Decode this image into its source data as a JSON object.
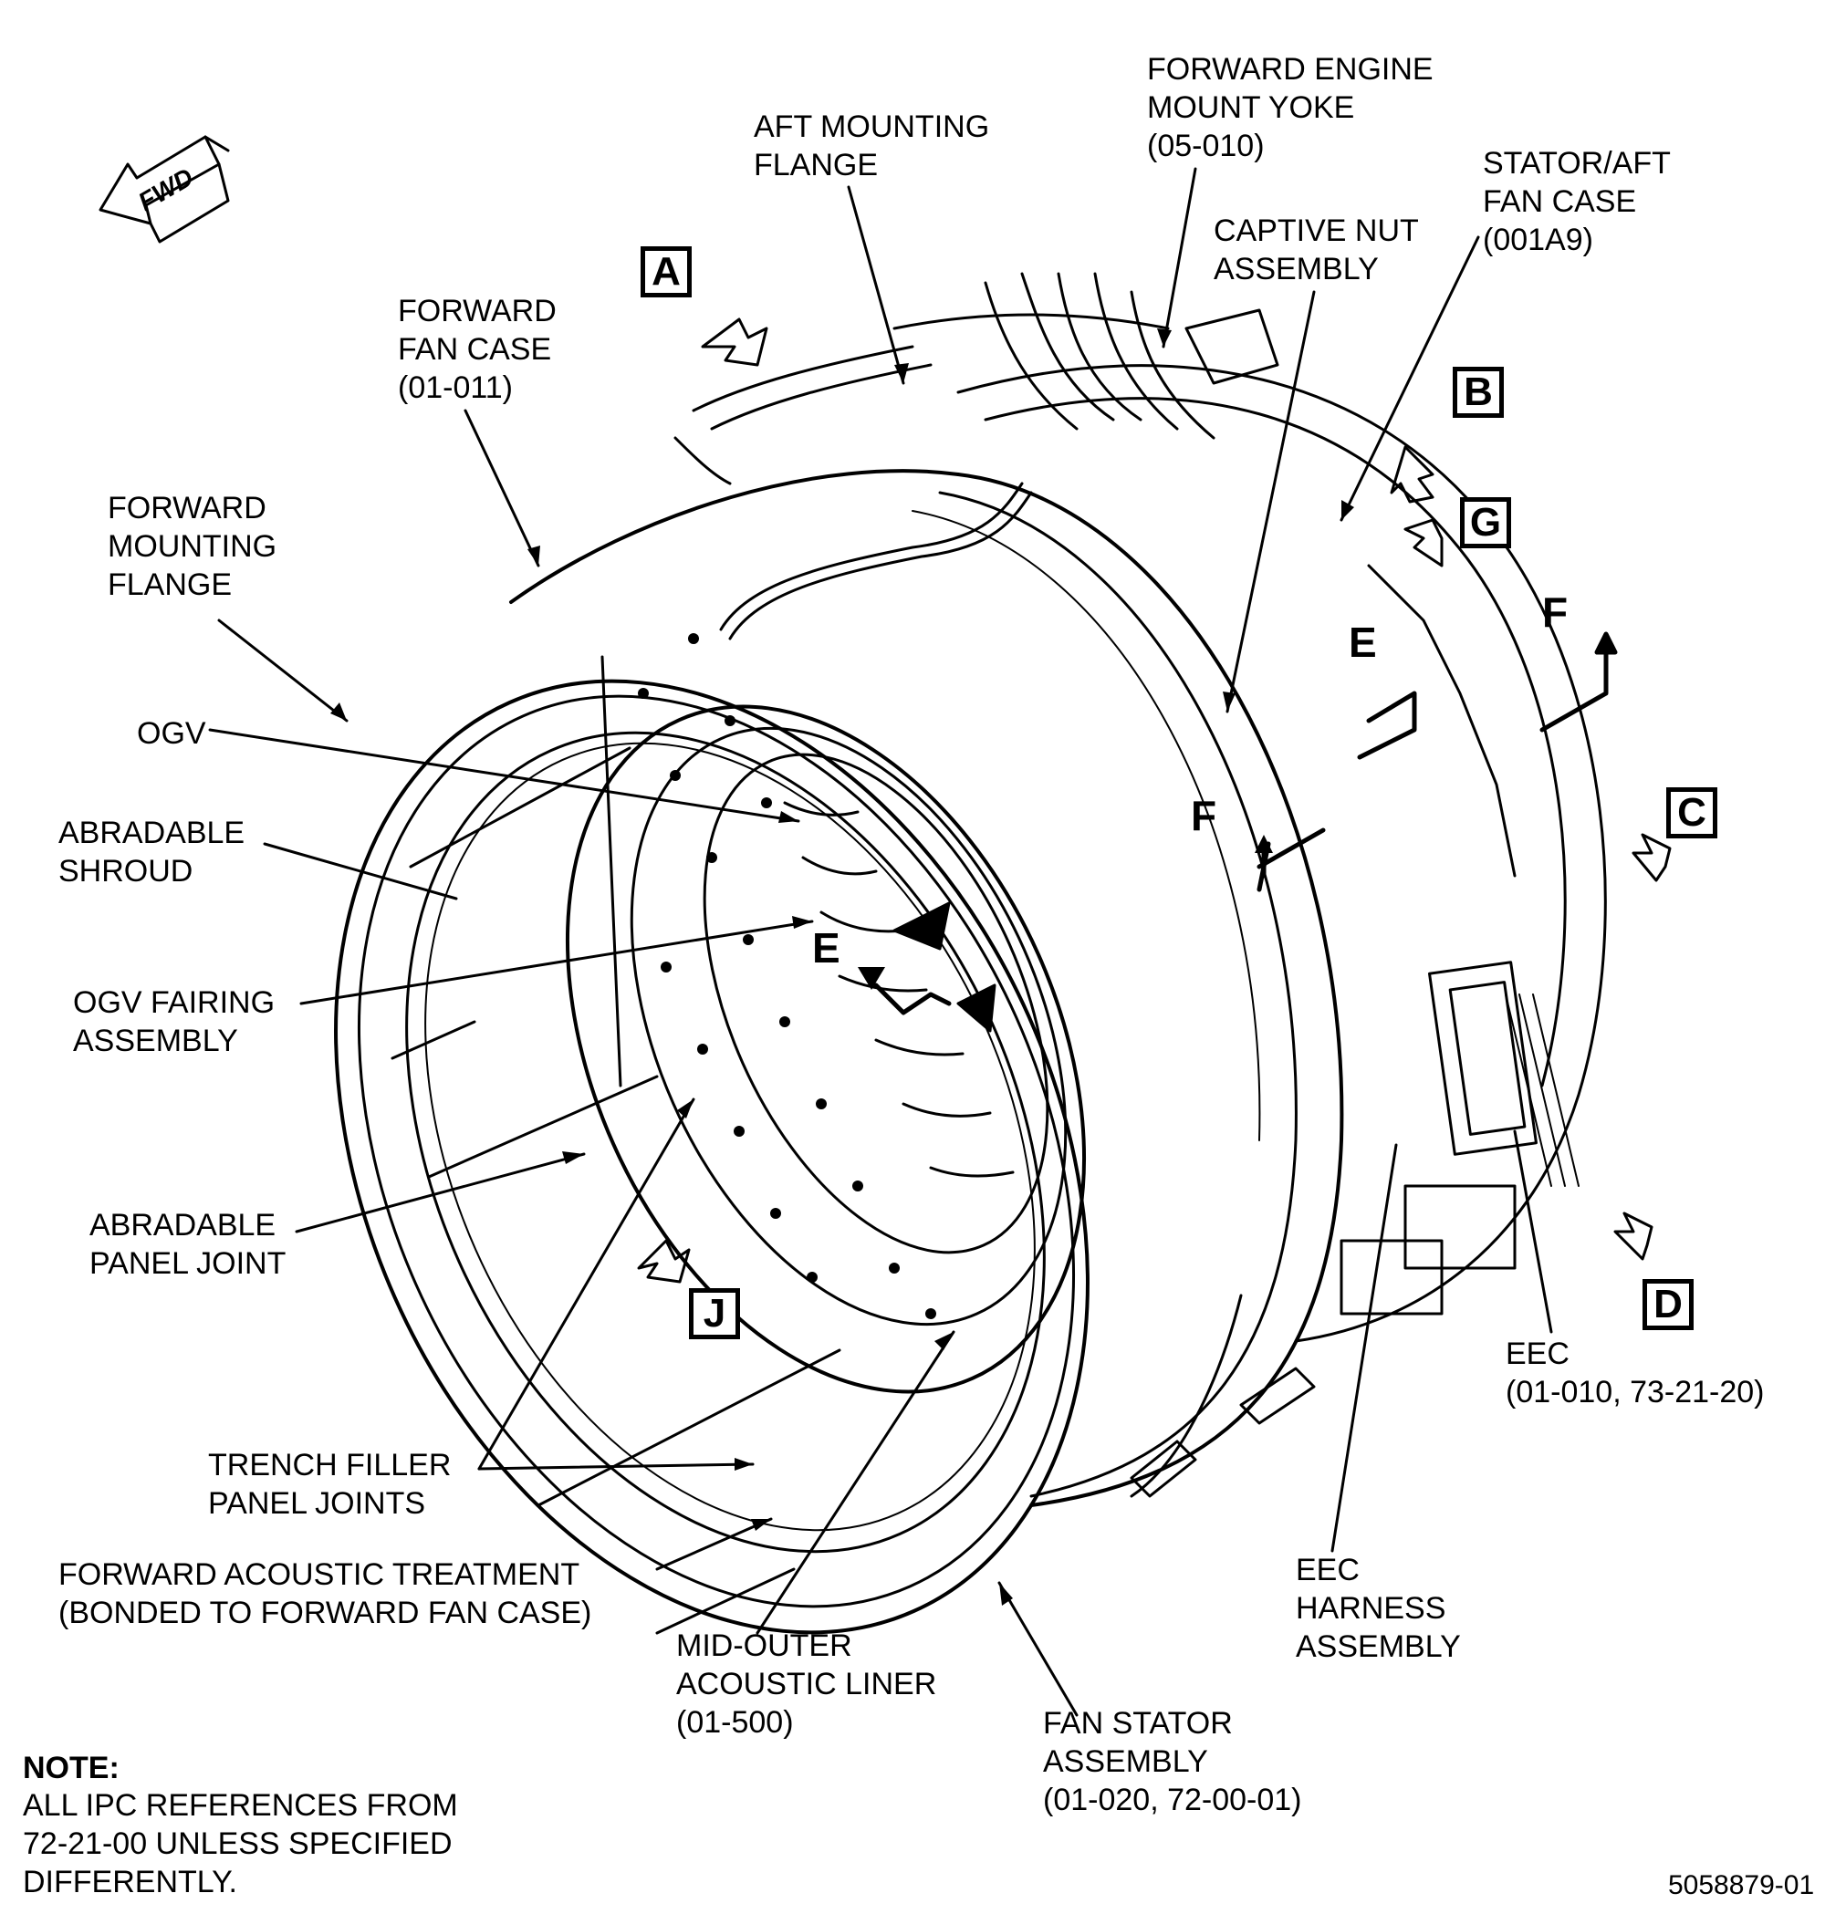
{
  "labels": {
    "forward_engine_mount_yoke": "FORWARD ENGINE\nMOUNT YOKE\n(05-010)",
    "aft_mounting_flange": "AFT MOUNTING\nFLANGE",
    "stator_aft_fan_case": "STATOR/AFT\nFAN CASE\n(001A9)",
    "captive_nut_assembly": "CAPTIVE NUT\nASSEMBLY",
    "forward_fan_case": "FORWARD\nFAN CASE\n(01-011)",
    "forward_mounting_flange": "FORWARD\nMOUNTING\nFLANGE",
    "ogv": "OGV",
    "abradable_shroud": "ABRADABLE\nSHROUD",
    "ogv_fairing_assembly": "OGV FAIRING\nASSEMBLY",
    "abradable_panel_joint": "ABRADABLE\nPANEL JOINT",
    "trench_filler_panel_joints": "TRENCH FILLER\nPANEL JOINTS",
    "forward_acoustic_treatment": "FORWARD ACOUSTIC TREATMENT\n(BONDED TO FORWARD FAN CASE)",
    "mid_outer_acoustic_liner": "MID-OUTER\nACOUSTIC LINER\n(01-500)",
    "fan_stator_assembly": "FAN STATOR\nASSEMBLY\n(01-020, 72-00-01)",
    "eec_harness_assembly": "EEC\nHARNESS\nASSEMBLY",
    "eec": "EEC\n(01-010, 73-21-20)"
  },
  "view_boxes": {
    "a": "A",
    "b": "B",
    "g": "G",
    "c": "C",
    "d": "D",
    "j": "J"
  },
  "section_refs": {
    "f_top": "F",
    "f_left": "F",
    "e_top": "E",
    "e_mid": "E"
  },
  "fwd_arrow": "FWD",
  "note": {
    "title": "NOTE:",
    "body": "ALL IPC REFERENCES FROM\n72-21-00 UNLESS SPECIFIED\nDIFFERENTLY."
  },
  "figure_number": "5058879-01"
}
